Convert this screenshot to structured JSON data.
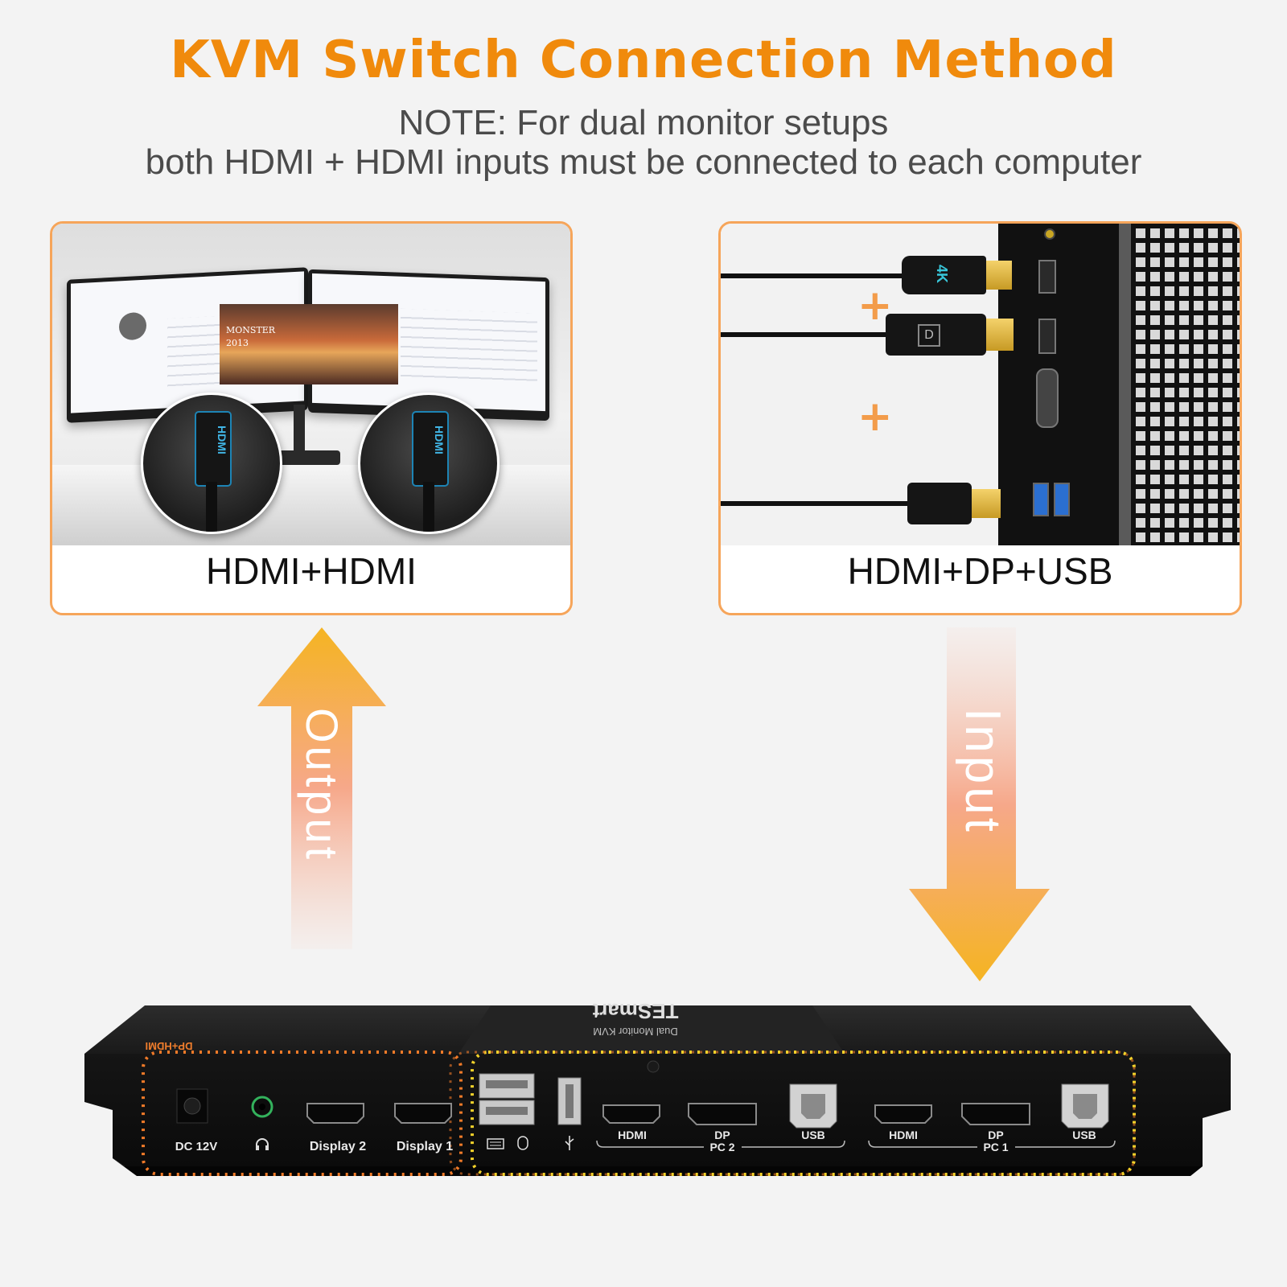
{
  "header": {
    "title": "KVM Switch Connection Method",
    "note_line1": "NOTE: For dual monitor setups",
    "note_line2": "both HDMI + HDMI inputs must be connected to each computer"
  },
  "cards": [
    {
      "label": "HDMI+HDMI"
    },
    {
      "label": "HDMI+DP+USB"
    }
  ],
  "left_photo": {
    "screen_caption_line1": "MONSTER",
    "screen_caption_line2": "2013",
    "plug_label": "HDMI"
  },
  "right_photo": {
    "hdmi_plug_label": "4K",
    "dp_plug_label": "D",
    "plus_sign": "+"
  },
  "arrows": {
    "output": "Output",
    "input": "Input"
  },
  "colors": {
    "title": "#f08a0c",
    "card_border": "#f6a55a",
    "arrow_yellow": "#f5b422",
    "arrow_pink": "#f7b8a0",
    "output_group": "#f07a28",
    "input_group": "#f2d12a"
  },
  "device": {
    "brand": "TESmart",
    "model_text": "Dual Monitor KVM",
    "side_badge": "DP+HDMI",
    "ports": {
      "power": "DC 12V",
      "audio_icon": "headphones-icon",
      "display2": "Display 2",
      "display1": "Display 1",
      "kbm_icons": "keyboard-mouse-icons",
      "usb_icon": "usb-icon",
      "pc2_hdmi": "HDMI",
      "pc2_dp": "DP",
      "pc2_usb": "USB",
      "pc2_label": "PC 2",
      "pc1_hdmi": "HDMI",
      "pc1_dp": "DP",
      "pc1_usb": "USB",
      "pc1_label": "PC 1"
    }
  }
}
